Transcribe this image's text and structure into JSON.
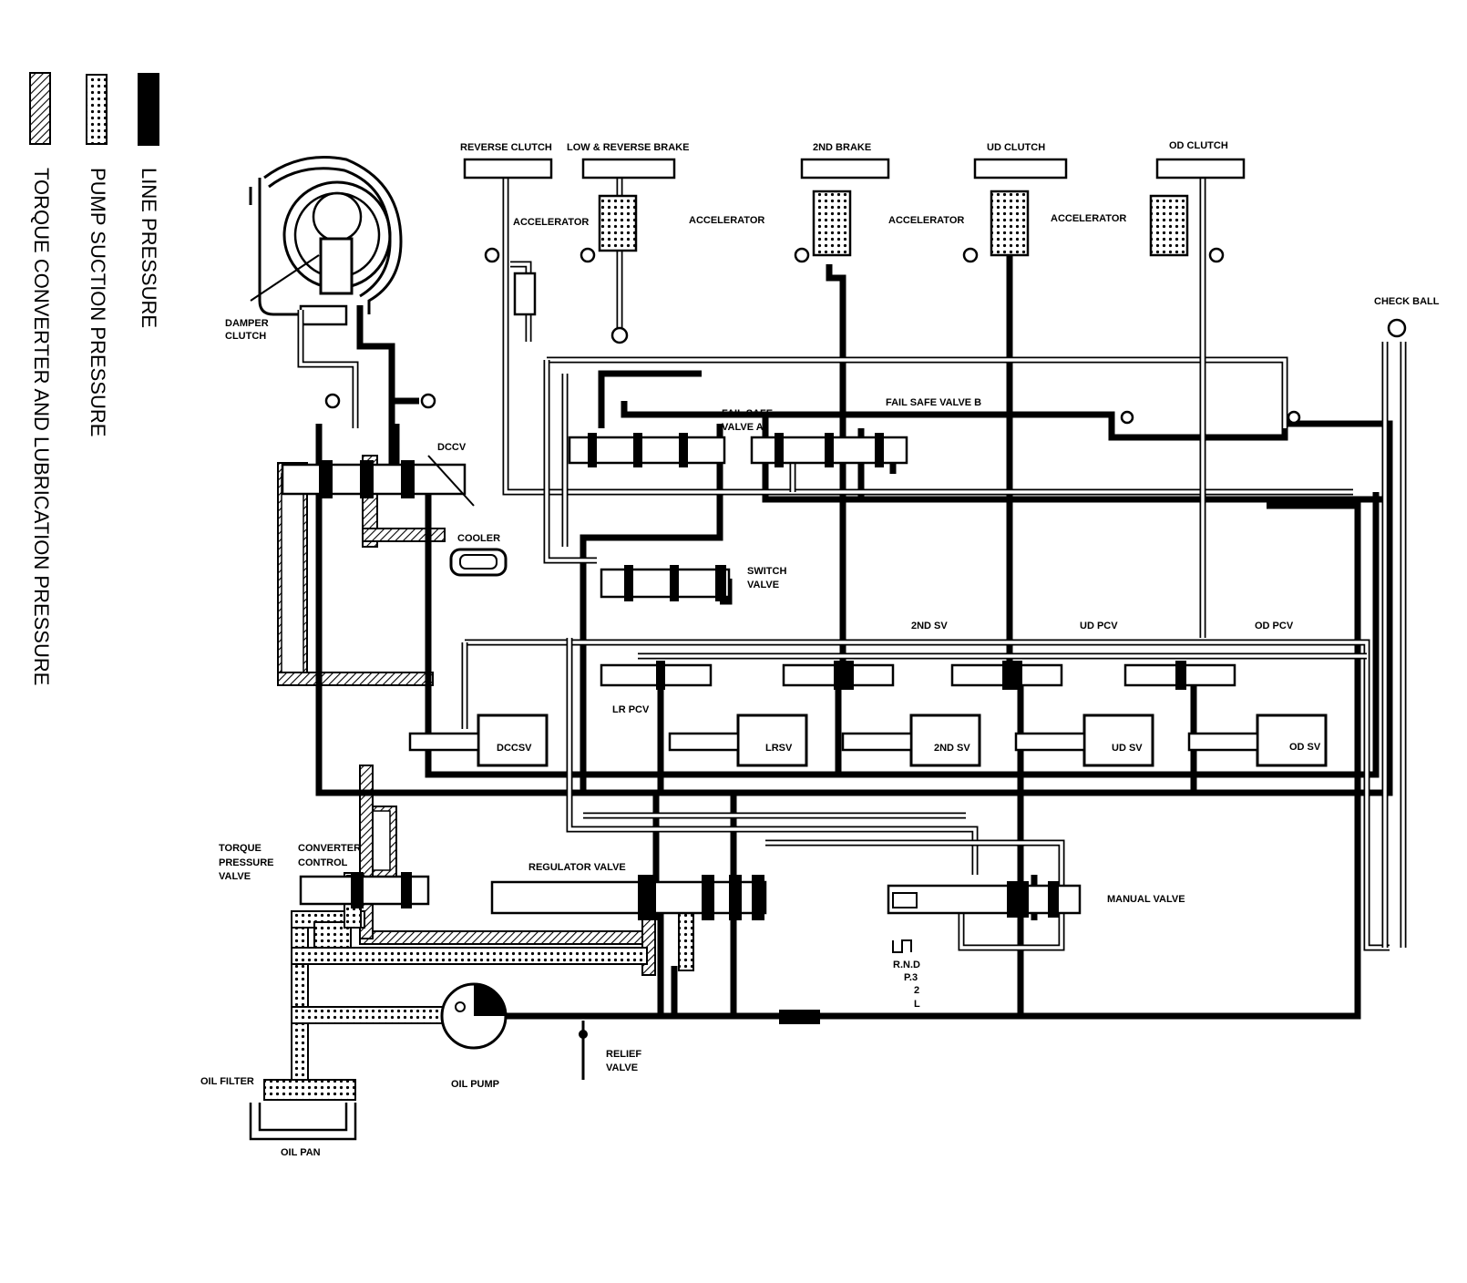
{
  "legend": {
    "line_pressure": "LINE PRESSURE",
    "pump_suction": "PUMP SUCTION PRESSURE",
    "torque_lube": "TORQUE CONVERTER AND LUBRICATION PRESSURE",
    "colors": {
      "line": "#000000",
      "background": "#ffffff"
    }
  },
  "labels": {
    "reverse_clutch": "REVERSE CLUTCH",
    "low_reverse_brake": "LOW & REVERSE BRAKE",
    "second_brake": "2ND BRAKE",
    "ud_clutch": "UD CLUTCH",
    "od_clutch": "OD CLUTCH",
    "accelerator": "ACCELERATOR",
    "check_ball": "CHECK BALL",
    "damper": "DAMPER",
    "clutch": "CLUTCH",
    "dccv": "DCCV",
    "cooler": "COOLER",
    "fail_safe_a_1": "FAIL SAFE",
    "fail_safe_a_2": "VALVE A",
    "fail_safe_b": "FAIL SAFE VALVE B",
    "switch_1": "SWITCH",
    "switch_2": "VALVE",
    "second_sv_top": "2ND SV",
    "ud_pcv": "UD PCV",
    "od_pcv": "OD PCV",
    "lr_pcv": "LR PCV",
    "dccsv": "DCCSV",
    "lrsv": "LRSV",
    "second_sv": "2ND SV",
    "ud_sv": "UD SV",
    "od_sv": "OD SV",
    "torque_1": "TORQUE",
    "torque_2": "PRESSURE",
    "torque_3": "VALVE",
    "converter_1": "CONVERTER",
    "converter_2": "CONTROL",
    "regulator_valve": "REGULATOR VALVE",
    "manual_valve": "MANUAL VALVE",
    "rnd": "R.N.D",
    "p3": "P.3",
    "two": "2",
    "l": "L",
    "relief_1": "RELIEF",
    "relief_2": "VALVE",
    "oil_filter": "OIL FILTER",
    "oil_pump": "OIL PUMP",
    "oil_pan": "OIL PAN"
  }
}
